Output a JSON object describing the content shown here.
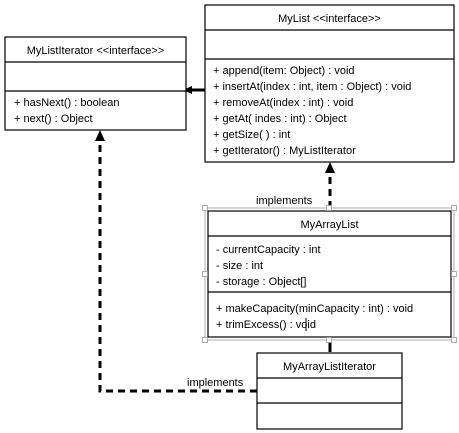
{
  "classes": {
    "mylistiterator": {
      "name": "MyListIterator <<interface>>",
      "attributes": [],
      "methods": [
        "+ hasNext() : boolean",
        "+ next() : Object"
      ]
    },
    "mylist": {
      "name": "MyList <<interface>>",
      "attributes": [],
      "methods": [
        "+ append(item: Object) : void",
        "+ insertAt(index : int, item : Object) : void",
        "+ removeAt(index : int) : void",
        "+ getAt( indes : int) : Object",
        "+ getSize( ) : int",
        "+ getIterator() : MyListIterator"
      ]
    },
    "myarraylist": {
      "name": "MyArrayList",
      "attributes": [
        "- currentCapacity : int",
        "- size : int",
        "- storage : Object[]"
      ],
      "methods": [
        "+ makeCapacity(minCapacity : int) : void",
        "+ trimExcess() : void"
      ]
    },
    "myarraylistiterator": {
      "name": "MyArrayListIterator",
      "attributes": [],
      "methods": []
    }
  },
  "relations": {
    "arraylist_implements_label": "implements",
    "iterator_implements_label": "implements"
  }
}
